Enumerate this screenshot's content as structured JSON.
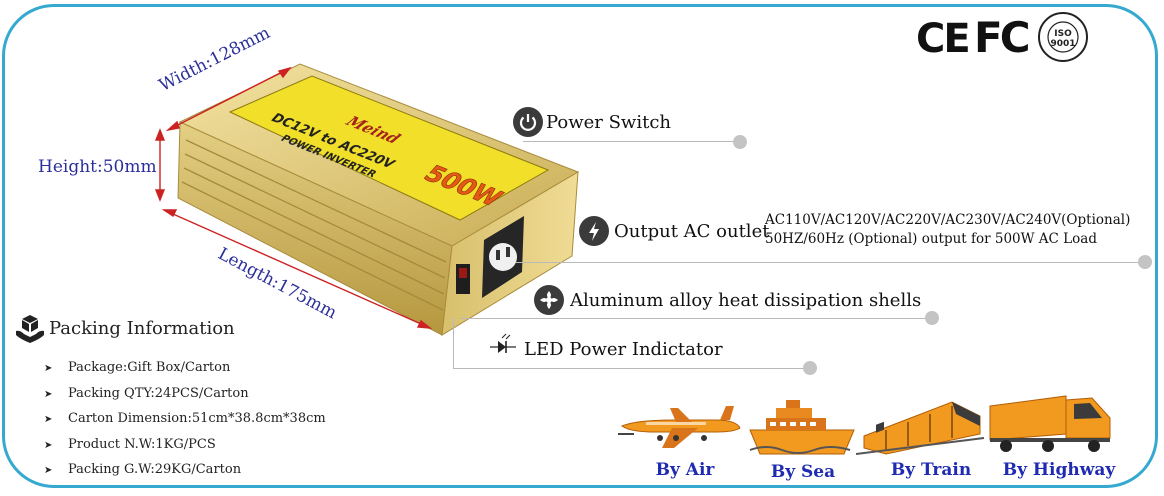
{
  "dimensions": {
    "width": "Width:128mm",
    "height": "Height:50mm",
    "length": "Length:175mm"
  },
  "product": {
    "brand": "Meind",
    "model_line": "DC12V to AC220V",
    "type": "POWER INVERTER",
    "power": "500W"
  },
  "features": {
    "power_switch": "Power Switch",
    "output_outlet": "Output AC outlet",
    "output_spec_line1": "AC110V/AC120V/AC220V/AC230V/AC240V(Optional)",
    "output_spec_line2": "50HZ/60Hz (Optional) output for 500W AC Load",
    "shell": "Aluminum alloy heat dissipation shells",
    "led": "LED Power Indictator"
  },
  "packing": {
    "title": "Packing Information",
    "items": [
      "Package:Gift Box/Carton",
      "Packing QTY:24PCS/Carton",
      "Carton Dimension:51cm*38.8cm*38cm",
      "Product N.W:1KG/PCS",
      "Packing G.W:29KG/Carton"
    ]
  },
  "certifications": {
    "ce": "CE",
    "fc": "FC",
    "iso": "ISO 9001"
  },
  "shipping": [
    "By Air",
    "By Sea",
    "By Train",
    "By Highway"
  ],
  "colors": {
    "frame": "#35a9cf",
    "dimension_text": "#2b2f9a",
    "shipping_text": "#1f2bb0",
    "gold": "#d9c169",
    "label_yellow": "#f2df2a",
    "orange": "#f29a1f"
  }
}
